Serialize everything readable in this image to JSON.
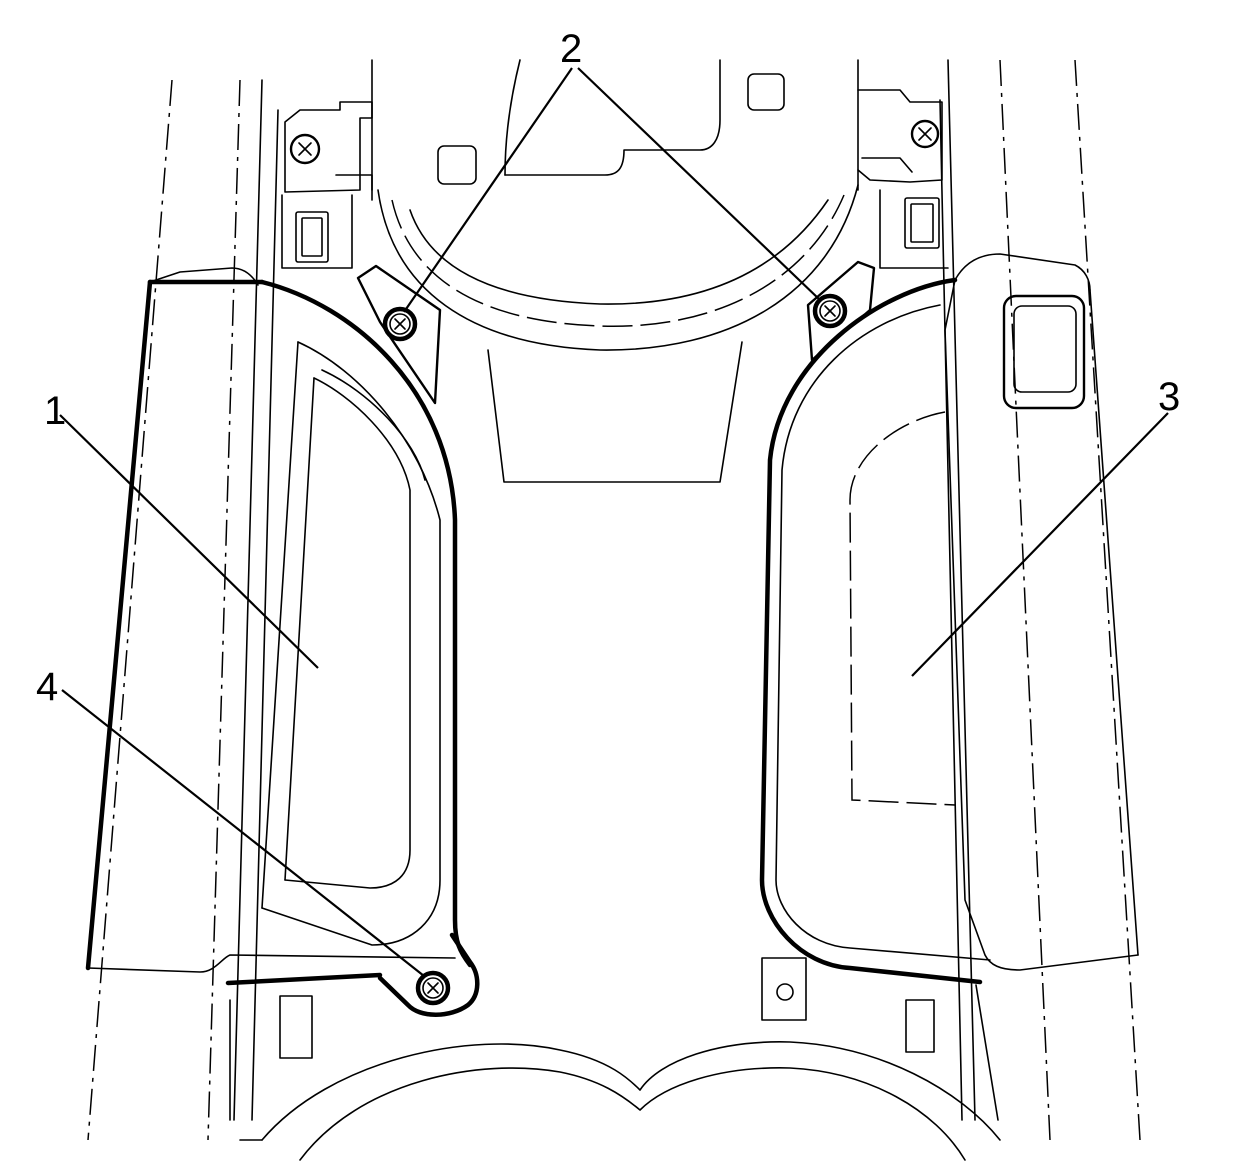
{
  "callouts": {
    "c1": "1",
    "c2": "2",
    "c3": "3",
    "c4": "4"
  },
  "colors": {
    "line": "#000000",
    "background": "#ffffff"
  },
  "icons": [
    "screw-icon"
  ]
}
